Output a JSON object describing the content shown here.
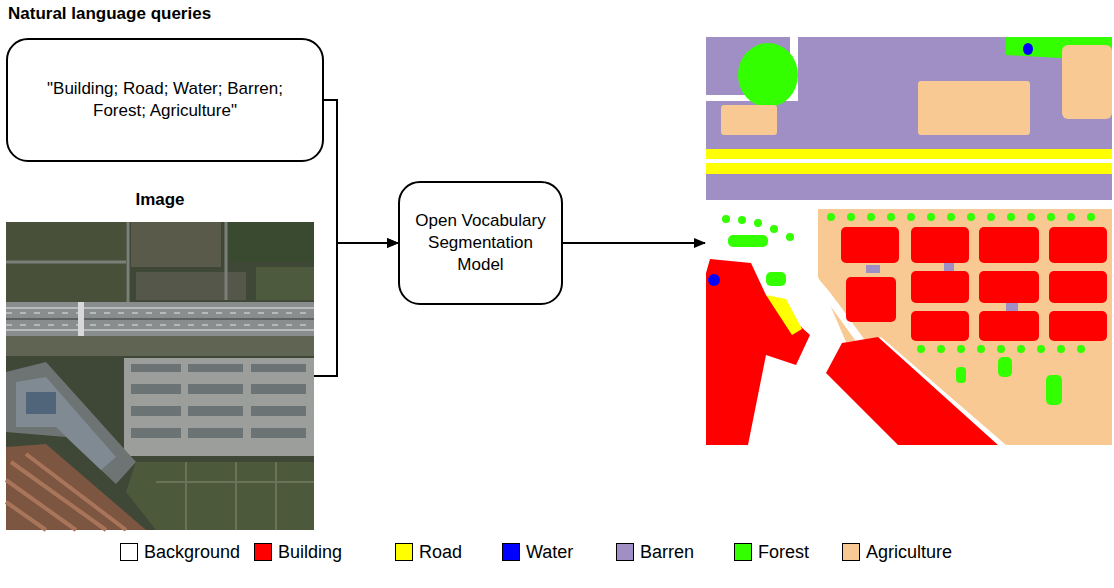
{
  "diagram": {
    "nodes": [
      {
        "text": [
          "Natural language queries",
          "\"Building; Road; Water; Barren; Forest; Agriculture\""
        ]
      },
      {
        "text": [
          "Image"
        ]
      },
      {
        "text": [
          "Open Vocabulary Segmentation Model"
        ]
      }
    ],
    "edges": [
      {
        "from": 0,
        "to": 2,
        "arrow": "to"
      },
      {
        "from": 1,
        "to": 2,
        "arrow": "to"
      }
    ],
    "legend": [
      {
        "text": "Background",
        "color": "#ffffff"
      },
      {
        "text": "Building",
        "color": "#ff0000"
      },
      {
        "text": "Road",
        "color": "#ffff00"
      },
      {
        "text": "Water",
        "color": "#0000ff"
      },
      {
        "text": "Barren",
        "color": "#9f8fc4"
      },
      {
        "text": "Forest",
        "color": "#33ff00"
      },
      {
        "text": "Agriculture",
        "color": "#f9c994"
      }
    ]
  }
}
